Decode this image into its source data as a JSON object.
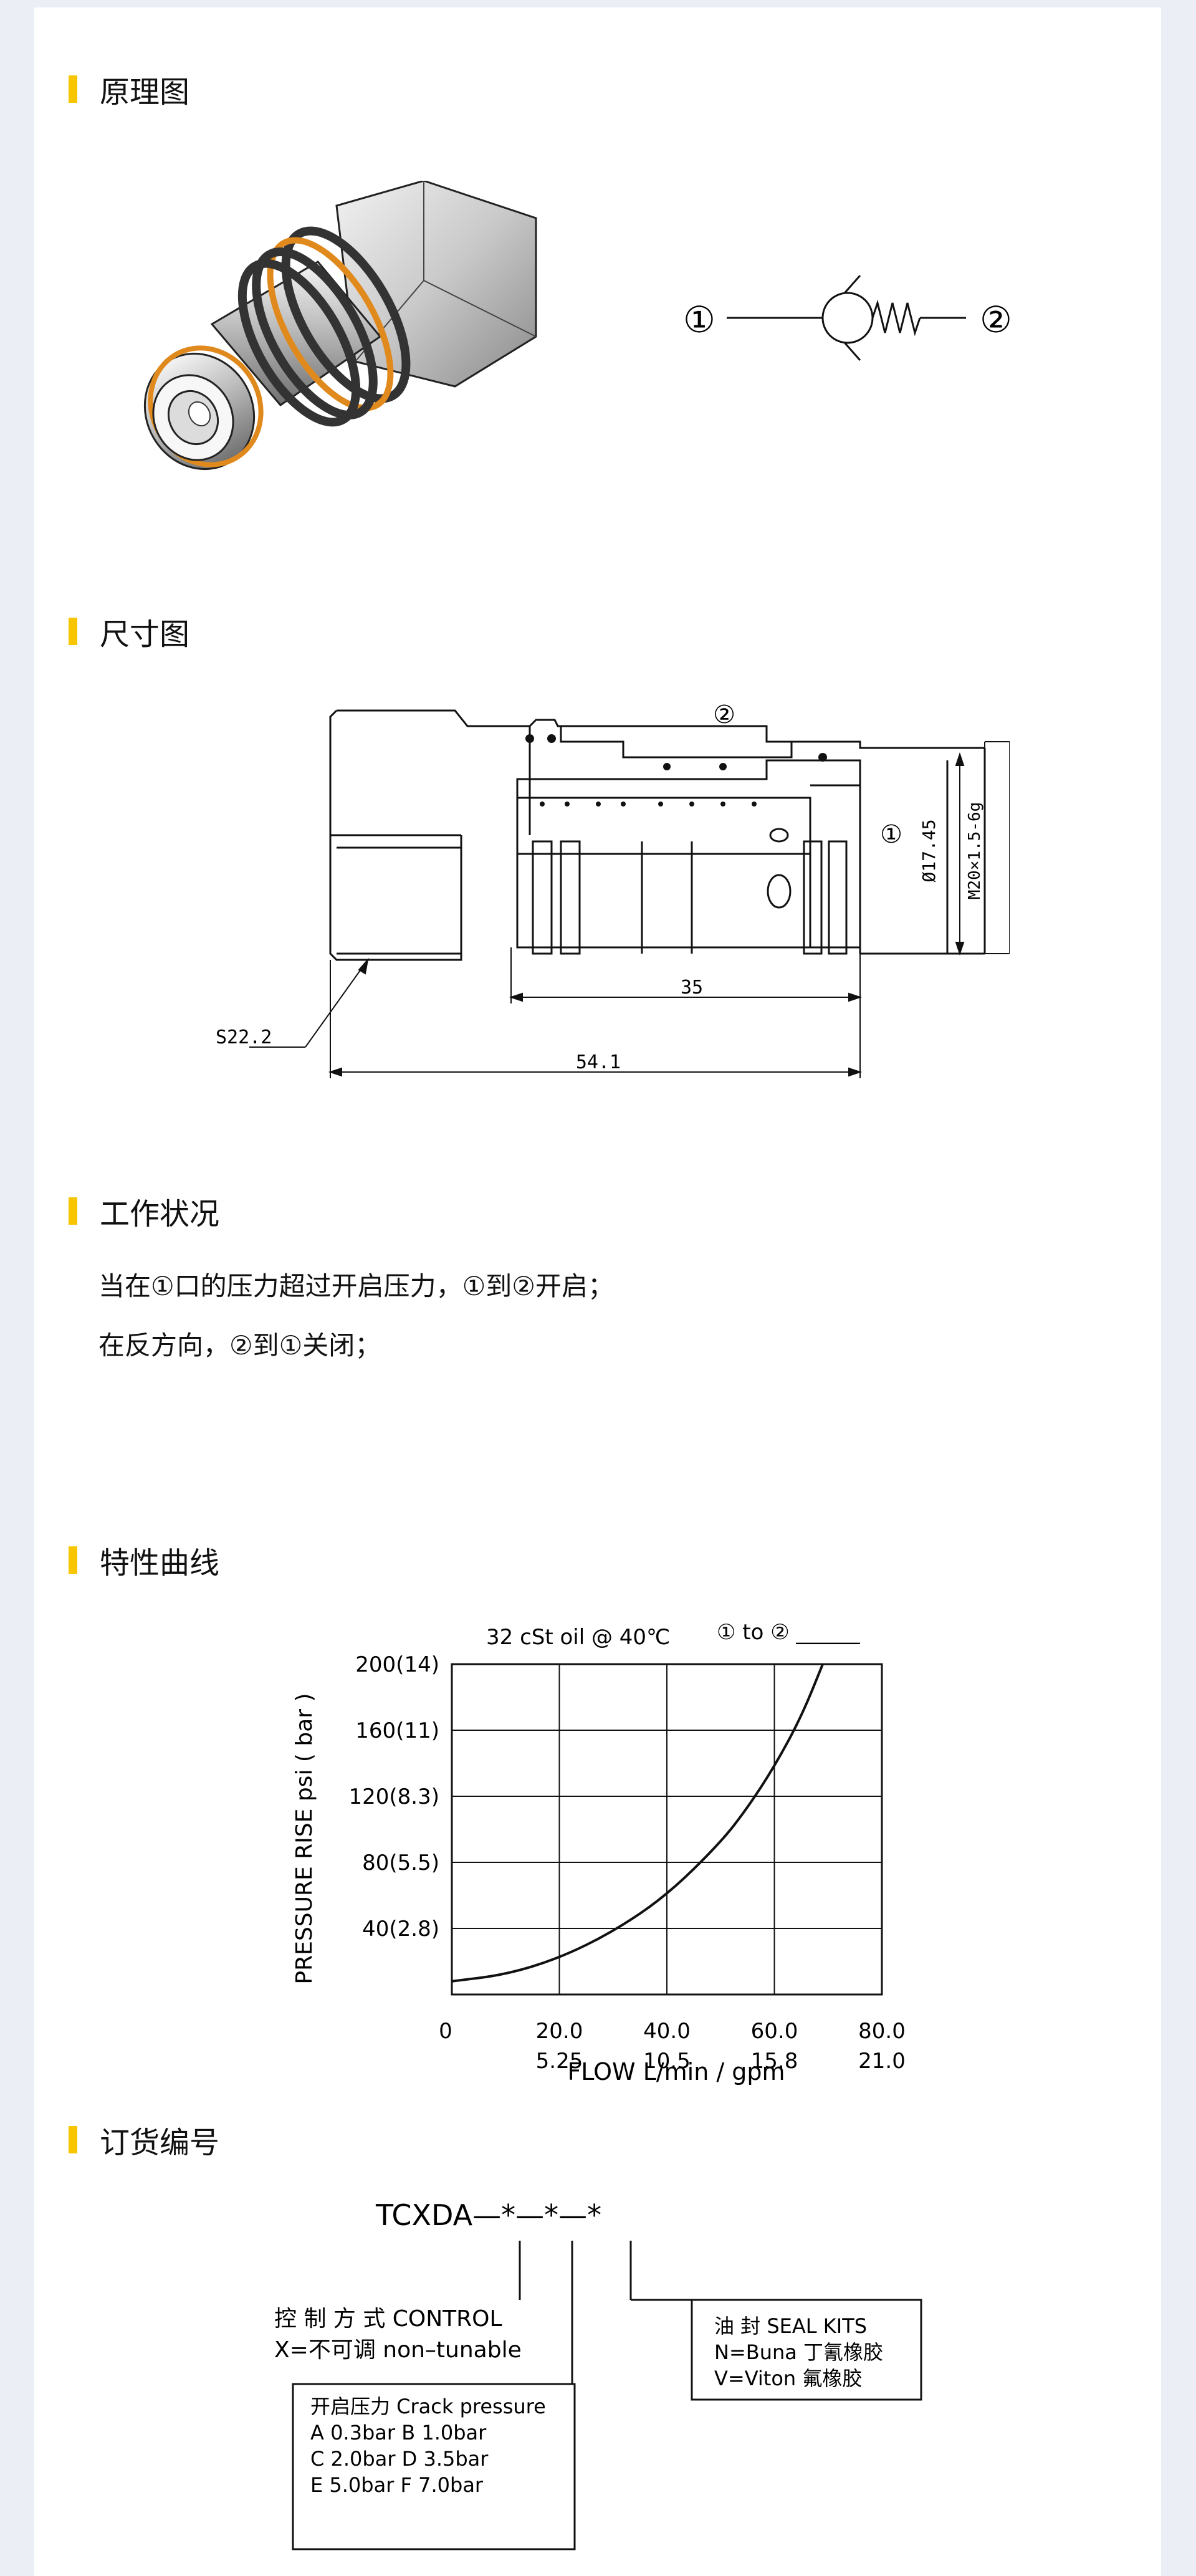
{
  "sections": {
    "principle": "原理图",
    "dimensions": "尺寸图",
    "working": "工作状况",
    "curve": "特性曲线",
    "ordering": "订货编号"
  },
  "symbol": {
    "port1": "①",
    "port2": "②"
  },
  "dims": {
    "port2": "②",
    "port1": "①",
    "dia": "Ø17.45",
    "thread": "M20×1.5-6g",
    "len35": "35",
    "len541": "54.1",
    "hex": "S22.2"
  },
  "working": {
    "line1": "当在①口的压力超过开启压力，①到②开启；",
    "line2": "在反方向，②到①关闭；"
  },
  "chart_data": {
    "type": "line",
    "title": "32  cSt  oil  @  40℃",
    "legend": [
      "① to ② ______"
    ],
    "ylabel": "PRESSURE RISE psi ( bar )",
    "xlabel": "FLOW L/min / gpm",
    "y_ticks": [
      "40(2.8)",
      "80(5.5)",
      "120(8.3)",
      "160(11)",
      "200(14)"
    ],
    "x_ticks": [
      {
        "top": "0",
        "bottom": ""
      },
      {
        "top": "20.0",
        "bottom": "5.25"
      },
      {
        "top": "40.0",
        "bottom": "10.5"
      },
      {
        "top": "60.0",
        "bottom": "15.8"
      },
      {
        "top": "80.0",
        "bottom": "21.0"
      }
    ],
    "xlim": [
      0,
      80
    ],
    "ylim": [
      0,
      200
    ],
    "grid": true,
    "series": [
      {
        "x": [
          0,
          10,
          20,
          30,
          40,
          50,
          55,
          60,
          65,
          69
        ],
        "y": [
          8,
          12,
          22,
          38,
          60,
          92,
          113,
          138,
          168,
          200
        ]
      }
    ]
  },
  "ordering": {
    "code": "TCXDA—*—*—*",
    "control_line1": "控 制 方 式 CONTROL",
    "control_line2": "X=不可调 non–tunable",
    "crack_title": "开启压力 Crack pressure",
    "crack_rows": [
      "A  0.3bar    B   1.0bar",
      "C   2.0bar   D   3.5bar",
      "E   5.0bar   F    7.0bar"
    ],
    "seal_title": "油    封 SEAL    KITS",
    "seal_line1": "N=Buna 丁氰橡胶",
    "seal_line2": "V=Viton    氟橡胶"
  }
}
